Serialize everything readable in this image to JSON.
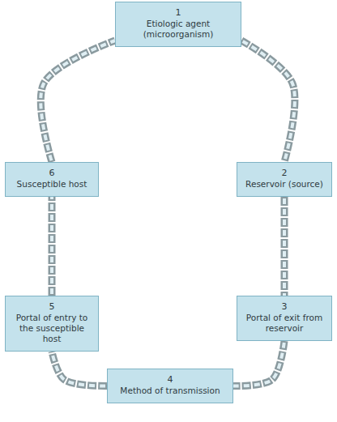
{
  "diagram": {
    "nodes": [
      {
        "text": [
          "1",
          "Etiologic agent (microorganism)"
        ]
      },
      {
        "text": [
          "2",
          "Reservoir (source)"
        ]
      },
      {
        "text": [
          "3",
          "Portal of exit from reservoir"
        ]
      },
      {
        "text": [
          "4",
          "Method of transmission"
        ]
      },
      {
        "text": [
          "5",
          "Portal of entry to the susceptible host"
        ]
      },
      {
        "text": [
          "6",
          "Susceptible host"
        ]
      }
    ],
    "edges": [
      {
        "from": 0,
        "to": 1,
        "arrow": "none"
      },
      {
        "from": 1,
        "to": 2,
        "arrow": "none"
      },
      {
        "from": 2,
        "to": 3,
        "arrow": "none"
      },
      {
        "from": 3,
        "to": 4,
        "arrow": "none"
      },
      {
        "from": 4,
        "to": 5,
        "arrow": "none"
      },
      {
        "from": 5,
        "to": 0,
        "arrow": "none"
      }
    ]
  }
}
